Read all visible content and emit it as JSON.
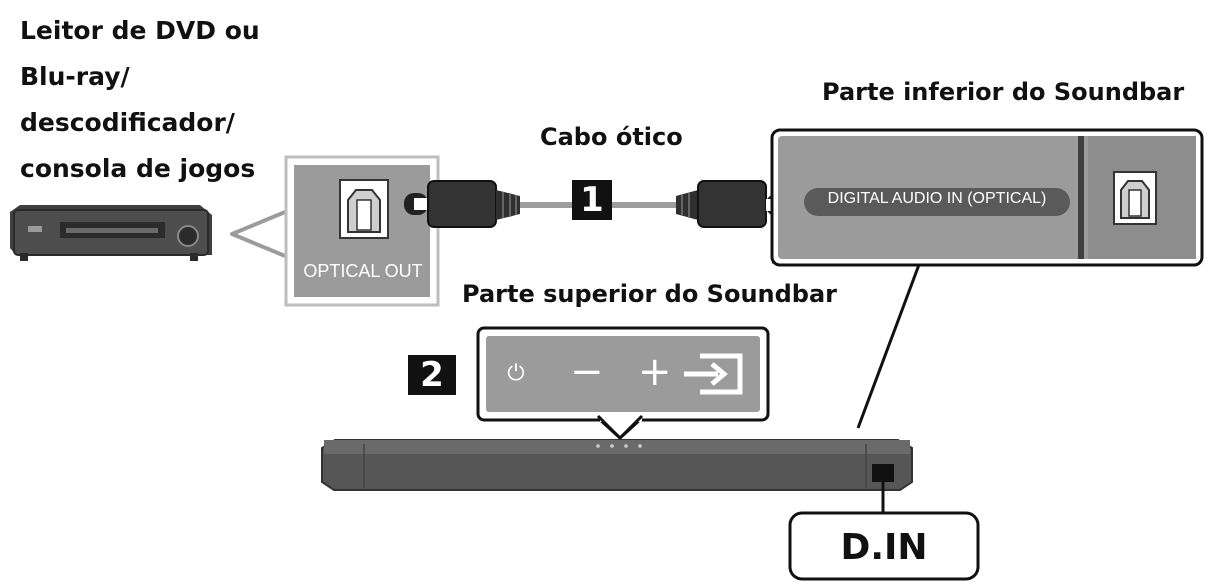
{
  "labels": {
    "source_device": [
      "Leitor de DVD ou",
      "Blu-ray/",
      "descodificador/",
      "consola de jogos"
    ],
    "soundbar_bottom": "Parte inferior do Soundbar",
    "cable": "Cabo ótico",
    "soundbar_top": "Parte superior do Soundbar",
    "optical_out": "OPTICAL OUT",
    "digital_audio_in": "DIGITAL AUDIO IN (OPTICAL)",
    "d_in": "D.IN"
  },
  "steps": [
    "1",
    "2"
  ],
  "top_buttons": [
    {
      "icon": "power-icon",
      "glyph": "⏻"
    },
    {
      "icon": "minus-icon",
      "glyph": "−"
    },
    {
      "icon": "plus-icon",
      "glyph": "+"
    },
    {
      "icon": "input-source-icon",
      "glyph": ""
    }
  ],
  "colors": {
    "panel": "#9b9b9b",
    "panel_dark": "#7d7d7d",
    "device": "#4a4a4a",
    "soundbar": "#555555",
    "outline": "#111111"
  }
}
